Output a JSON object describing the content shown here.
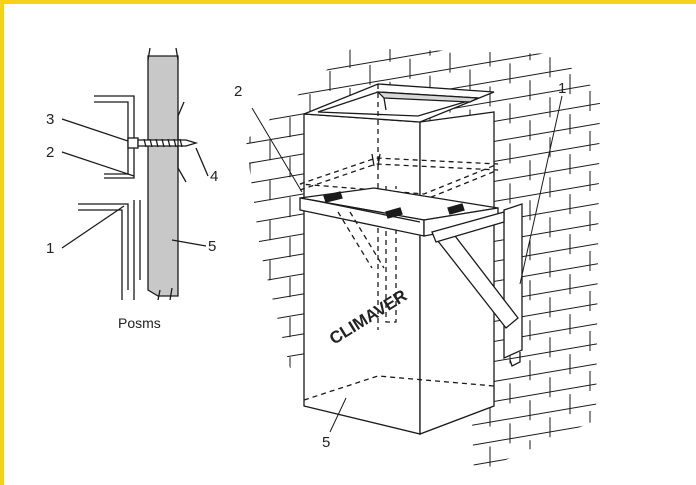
{
  "colors": {
    "frame": "#f5d21a",
    "ink": "#1a1a1a",
    "panel_fill": "#c8c8c8"
  },
  "detail": {
    "caption": "Posms",
    "callouts": [
      "3",
      "2",
      "4",
      "1",
      "5"
    ]
  },
  "main": {
    "brand_text": "CLIMAVER",
    "callouts": [
      "2",
      "1",
      "5"
    ]
  }
}
